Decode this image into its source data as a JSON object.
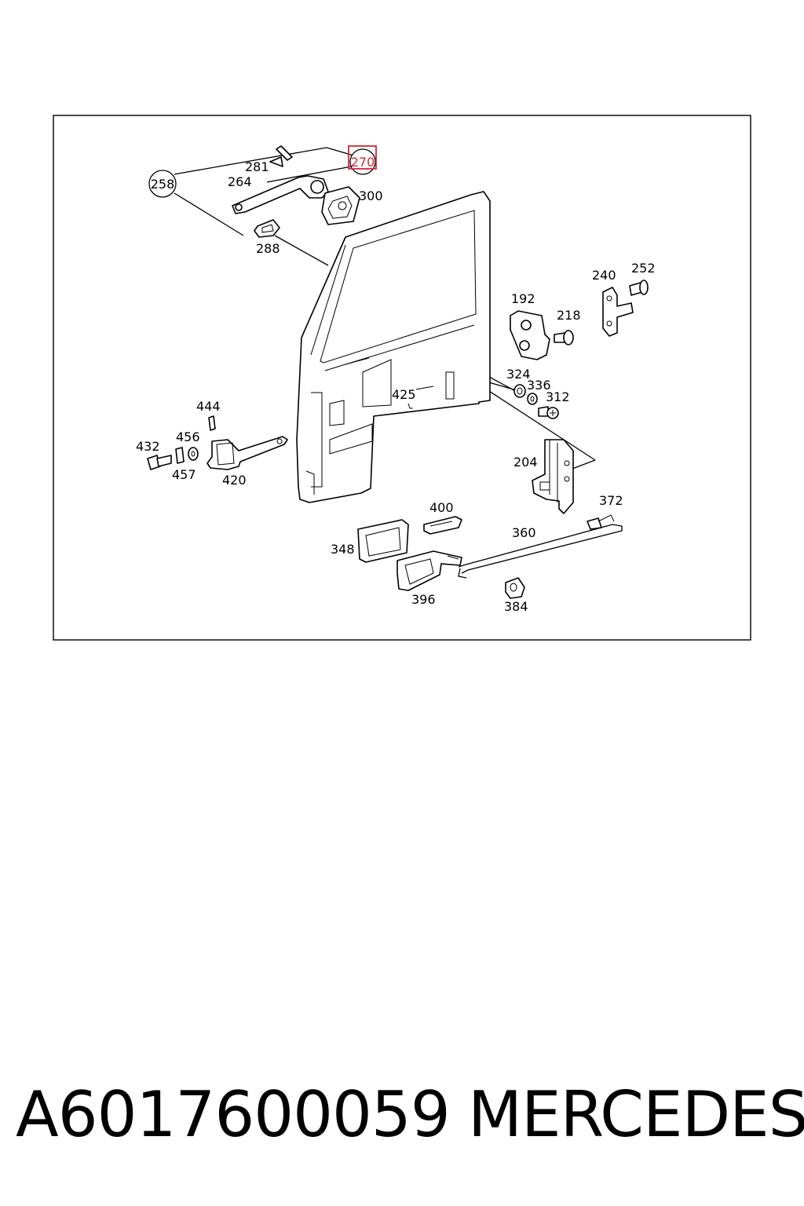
{
  "callouts": {
    "c258": "258",
    "c281": "281",
    "c264": "264",
    "c270": "270",
    "c300": "300",
    "c288": "288",
    "c240": "240",
    "c252": "252",
    "c192": "192",
    "c218": "218",
    "c324": "324",
    "c336": "336",
    "c312": "312",
    "c425": "425",
    "c444": "444",
    "c456": "456",
    "c432": "432",
    "c457": "457",
    "c420": "420",
    "c204": "204",
    "c372": "372",
    "c400": "400",
    "c360": "360",
    "c348": "348",
    "c396": "396",
    "c384": "384"
  },
  "highlight_color": "#d2283c",
  "footer": {
    "part_number": "A6017600059",
    "brand": "MERCEDES"
  }
}
